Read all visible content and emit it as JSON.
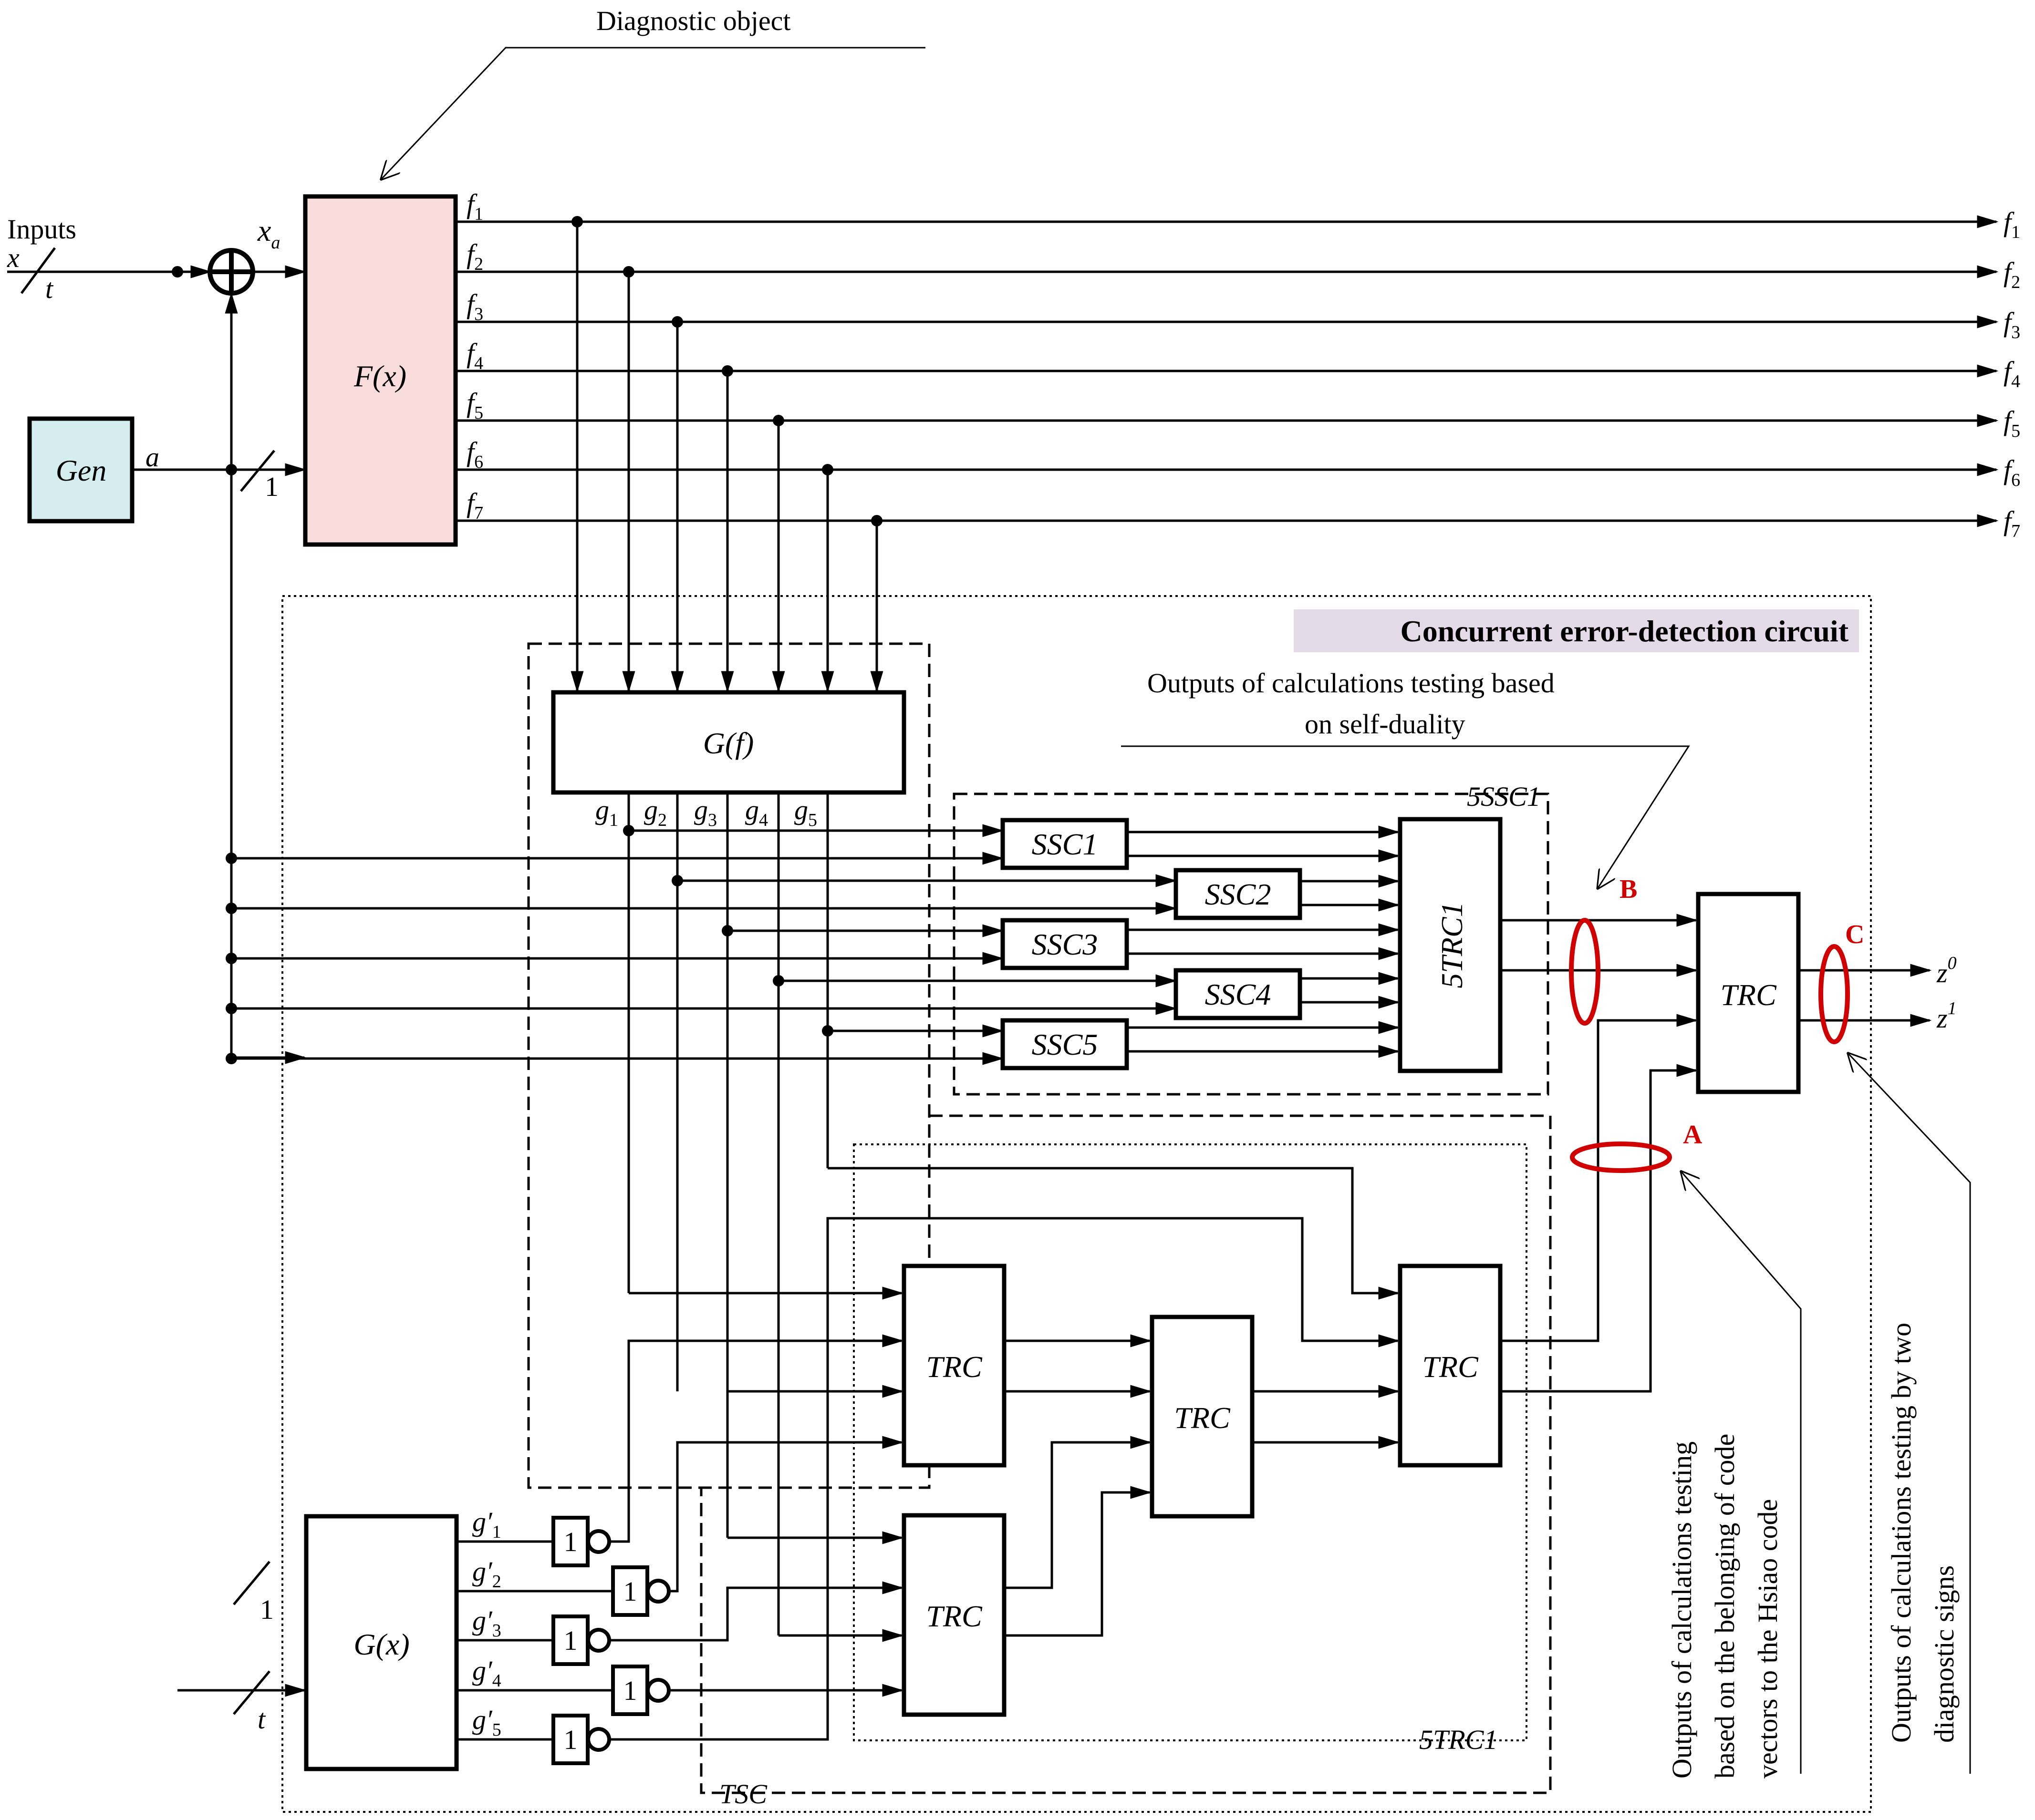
{
  "title": "Diagnostic object",
  "inputs_label": "Inputs",
  "input_var": "x",
  "input_width": "t",
  "xor_output": "x",
  "xor_output_sub": "a",
  "gen_label": "Gen",
  "gen_output": "a",
  "gen_width": "1",
  "fx_block": "F(x)",
  "f_outputs": [
    {
      "name": "f",
      "sub": "1"
    },
    {
      "name": "f",
      "sub": "2"
    },
    {
      "name": "f",
      "sub": "3"
    },
    {
      "name": "f",
      "sub": "4"
    },
    {
      "name": "f",
      "sub": "5"
    },
    {
      "name": "f",
      "sub": "6"
    },
    {
      "name": "f",
      "sub": "7"
    }
  ],
  "ced_title": "Concurrent error-detection circuit",
  "self_duality_label": [
    "Outputs of calculations testing based",
    "on self-duality"
  ],
  "gf_block": "G(f)",
  "g_outputs": [
    {
      "name": "g",
      "sub": "1"
    },
    {
      "name": "g",
      "sub": "2"
    },
    {
      "name": "g",
      "sub": "3"
    },
    {
      "name": "g",
      "sub": "4"
    },
    {
      "name": "g",
      "sub": "5"
    }
  ],
  "ssc_group": "5SSC1",
  "ssc_blocks": [
    "SSC1",
    "SSC2",
    "SSC3",
    "SSC4",
    "SSC5"
  ],
  "trc5_block": "5TRC1",
  "trc_label": "TRC",
  "z_outputs": [
    {
      "name": "z",
      "sup": "0"
    },
    {
      "name": "z",
      "sup": "1"
    }
  ],
  "markers": {
    "a": "A",
    "b": "B",
    "c": "C"
  },
  "gx_block": "G(x)",
  "gx_widths": [
    "1",
    "t"
  ],
  "gprime_outputs": [
    {
      "name": "g′",
      "sub": "1"
    },
    {
      "name": "g′",
      "sub": "2"
    },
    {
      "name": "g′",
      "sub": "3"
    },
    {
      "name": "g′",
      "sub": "4"
    },
    {
      "name": "g′",
      "sub": "5"
    }
  ],
  "not_label": "1",
  "trc_group": "5TRC1",
  "tsc_label": "TSC",
  "hsiao_label": [
    "Outputs of calculations testing",
    "based on the belonging of code",
    "vectors to the Hsiao code"
  ],
  "two_signs_label": [
    "Outputs of calculations testing by two",
    "diagnostic signs"
  ],
  "colors": {
    "fx_fill": "#f9dcdc",
    "gen_fill": "#d4eef0",
    "ced_fill": "#efebf1",
    "ced_title_fill": "#e5dbe8",
    "marker": "#d00000"
  }
}
